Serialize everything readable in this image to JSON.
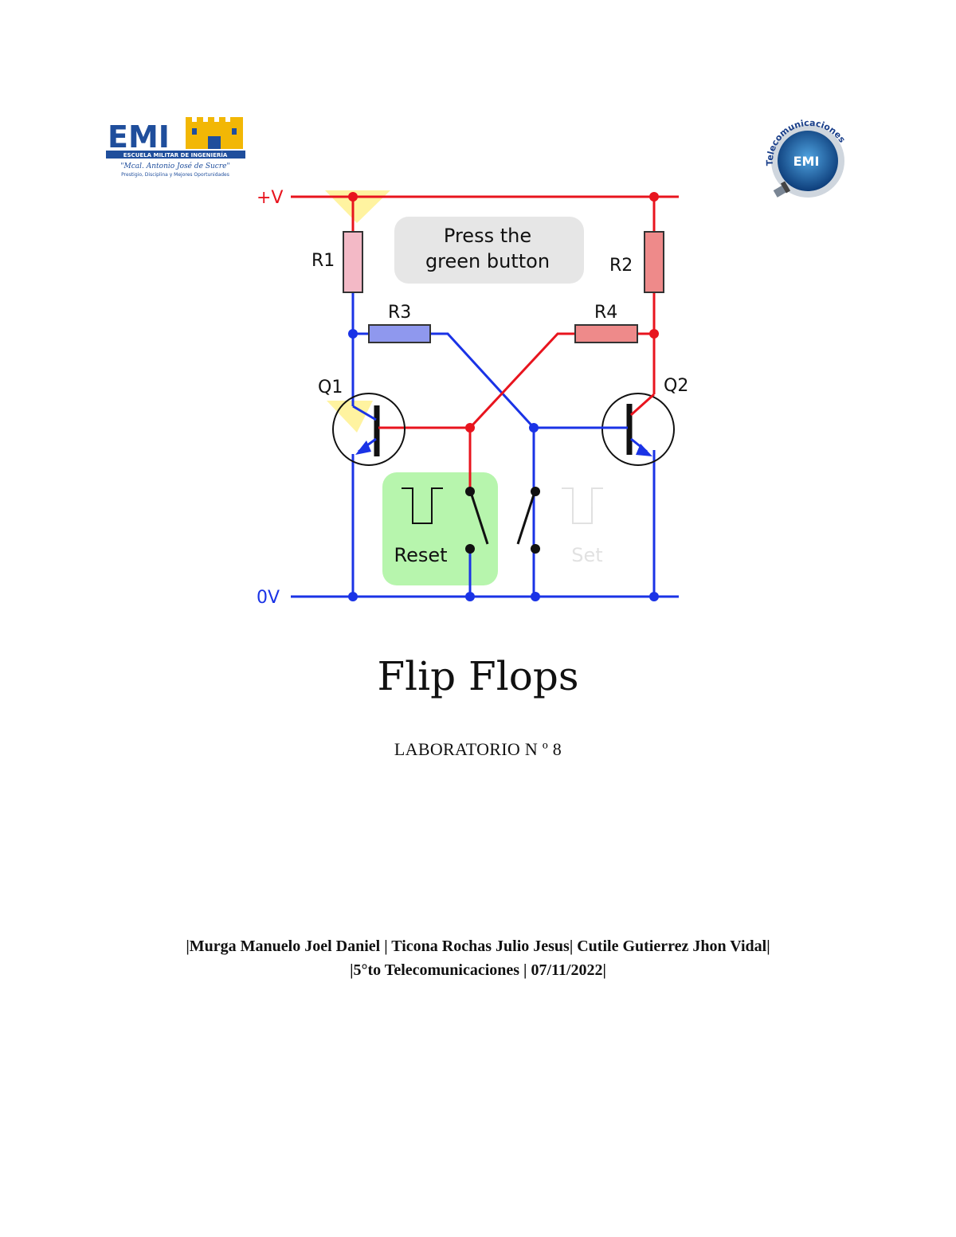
{
  "logo_left": {
    "name": "EMI",
    "subtitle": "ESCUELA MILITAR DE INGENIERÍA",
    "motto": "\"Mcal. Antonio José de Sucre\"",
    "tagline": "Prestigio, Disciplina y Mejores Oportunidades",
    "colors": {
      "blue": "#1f4e9c",
      "gold": "#f2b705"
    }
  },
  "logo_right": {
    "arc_text": "Telecomunicaciones",
    "name": "EMI"
  },
  "circuit": {
    "rails": {
      "positive": "+V",
      "ground": "0V"
    },
    "resistors": {
      "r1": "R1",
      "r2": "R2",
      "r3": "R3",
      "r4": "R4"
    },
    "transistors": {
      "q1": "Q1",
      "q2": "Q2"
    },
    "hint_line1": "Press the",
    "hint_line2": "green button",
    "buttons": {
      "reset": "Reset",
      "set": "Set"
    },
    "colors": {
      "high": "#e8141e",
      "low": "#1a33e6",
      "button_active": "#b7f5ad",
      "hint_bg": "#e6e6e6",
      "glow": "#fff3a0"
    }
  },
  "document": {
    "title": "Flip Flops",
    "lab_number": "LABORATORIO N º 8",
    "authors": "|Murga Manuelo Joel Daniel | Ticona Rochas Julio Jesus| Cutile Gutierrez Jhon Vidal|",
    "course_date": "|5°to Telecomunicaciones | 07/11/2022|"
  }
}
